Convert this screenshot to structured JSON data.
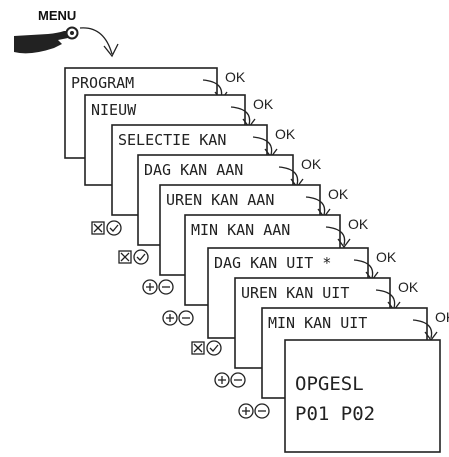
{
  "header": {
    "menu_label": "MENU"
  },
  "hand": {
    "icon": "pointing-hand-icon"
  },
  "ok_label": "OK",
  "steps": [
    {
      "label": "PROGRAM"
    },
    {
      "label": "NIEUW"
    },
    {
      "label": "SELECTIE KAN"
    },
    {
      "label": "DAG KAN AAN"
    },
    {
      "label": "UREN KAN AAN"
    },
    {
      "label": "MIN KAN AAN"
    },
    {
      "label": "DAG KAN UIT *"
    },
    {
      "label": "UREN KAN UIT"
    },
    {
      "label": "MIN KAN UIT"
    }
  ],
  "final_display": {
    "line1": "OPGESL",
    "line2": "P01  P02"
  },
  "button_pairs": [
    {
      "icons": [
        "box-x-icon",
        "check-circle-icon"
      ]
    },
    {
      "icons": [
        "box-x-icon",
        "check-circle-icon"
      ]
    },
    {
      "icons": [
        "plus-circle-icon",
        "minus-circle-icon"
      ]
    },
    {
      "icons": [
        "plus-circle-icon",
        "minus-circle-icon"
      ]
    },
    {
      "icons": [
        "box-x-icon",
        "check-circle-icon"
      ]
    },
    {
      "icons": [
        "plus-circle-icon",
        "minus-circle-icon"
      ]
    },
    {
      "icons": [
        "plus-circle-icon",
        "minus-circle-icon"
      ]
    }
  ]
}
